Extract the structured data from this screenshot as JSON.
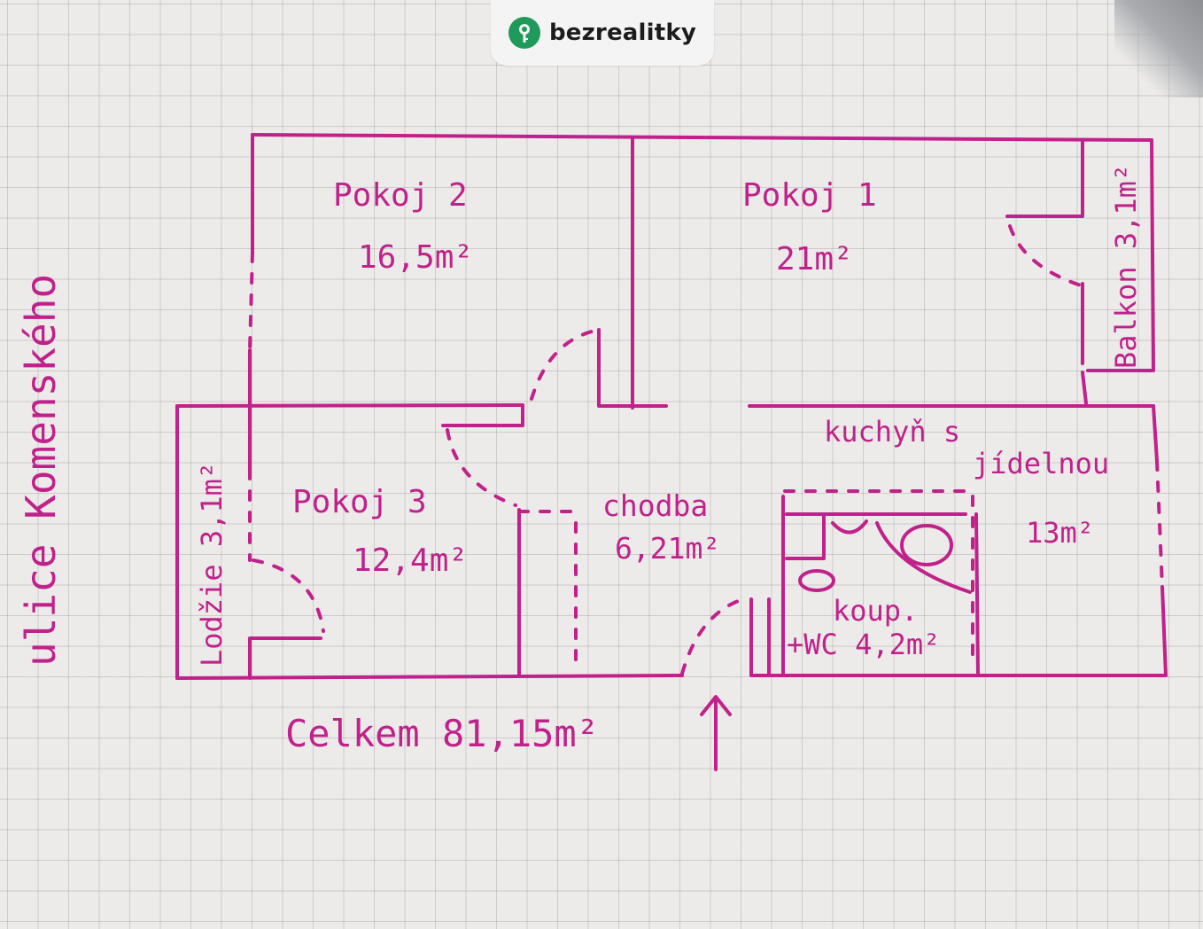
{
  "brand": {
    "name": "bezrealitky",
    "logo_icon": "key-location-pin-icon",
    "logo_color": "#1f9a5b"
  },
  "ink_color": "#c0218a",
  "street_label": "ulice Komenského",
  "rooms": {
    "pokoj2": {
      "name": "Pokoj 2",
      "area": "16,5m²"
    },
    "pokoj1": {
      "name": "Pokoj 1",
      "area": "21m²"
    },
    "pokoj3": {
      "name": "Pokoj 3",
      "area": "12,4m²"
    },
    "chodba": {
      "name": "chodba",
      "area": "6,21m²"
    },
    "kuchyn": {
      "name_line1": "kuchyň s",
      "name_line2": "jídelnou",
      "area": "13m²"
    },
    "koupelna": {
      "name_line1": "koup.",
      "name_line2": "+WC 4,2m²"
    },
    "balkon": {
      "label": "Balkon 3,1m²"
    },
    "lodzie": {
      "label": "Lodžie 3,1m²"
    }
  },
  "total": "Celkem 81,15m²"
}
